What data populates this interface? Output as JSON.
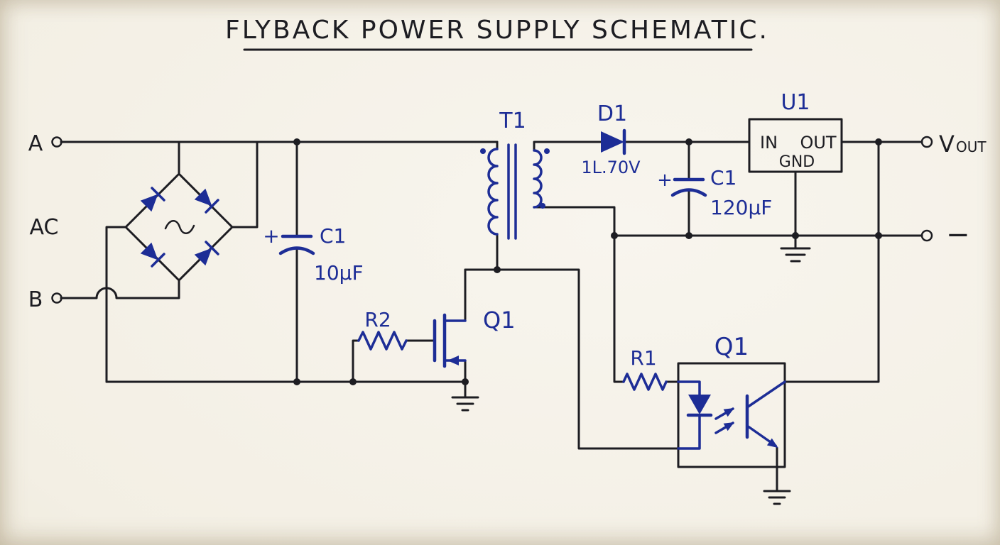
{
  "title": "FLYBACK POWER SUPPLY SCHEMATIC.",
  "colors": {
    "paper": "#f3efe4",
    "ink": "#1d1d22",
    "component_blue": "#1d2d96"
  },
  "terminals": {
    "a": "A",
    "ac": "AC",
    "b": "B",
    "vout_main": "V",
    "vout_sub": "OUT",
    "negative": "−"
  },
  "components": {
    "input_capacitor": {
      "ref": "C1",
      "value": "10µF",
      "polarity": "+"
    },
    "gate_resistor": {
      "ref": "R2"
    },
    "switch_mosfet": {
      "ref": "Q1"
    },
    "transformer": {
      "ref": "T1"
    },
    "output_diode": {
      "ref": "D1",
      "value": "1L.70V"
    },
    "output_capacitor": {
      "ref": "C1",
      "value": "120µF",
      "polarity": "+"
    },
    "regulator": {
      "ref": "U1",
      "pins": {
        "in": "IN",
        "out": "OUT",
        "gnd": "GND"
      }
    },
    "feedback_resistor": {
      "ref": "R1"
    },
    "optocoupler": {
      "ref": "Q1"
    }
  }
}
